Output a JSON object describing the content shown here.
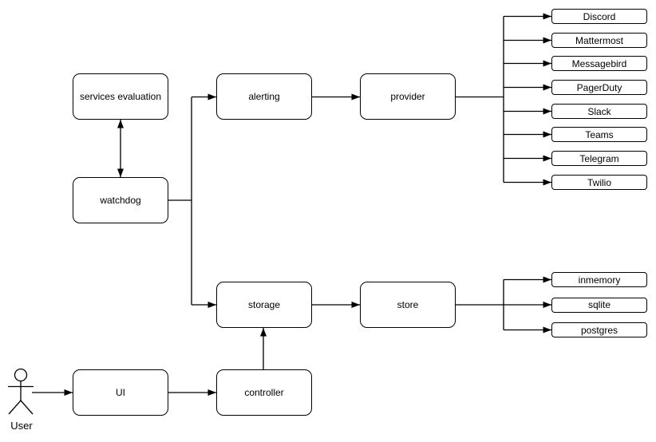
{
  "diagram": {
    "nodes": {
      "services_evaluation": {
        "label": "services evaluation"
      },
      "watchdog": {
        "label": "watchdog"
      },
      "alerting": {
        "label": "alerting"
      },
      "provider": {
        "label": "provider"
      },
      "storage": {
        "label": "storage"
      },
      "store": {
        "label": "store"
      },
      "ui": {
        "label": "UI"
      },
      "controller": {
        "label": "controller"
      }
    },
    "provider_targets": [
      "Discord",
      "Mattermost",
      "Messagebird",
      "PagerDuty",
      "Slack",
      "Teams",
      "Telegram",
      "Twilio"
    ],
    "store_targets": [
      "inmemory",
      "sqlite",
      "postgres"
    ],
    "actor": {
      "label": "User"
    },
    "edges": [
      {
        "from": "watchdog",
        "to": "services evaluation",
        "type": "bidirectional"
      },
      {
        "from": "watchdog",
        "to": "alerting",
        "type": "arrow"
      },
      {
        "from": "watchdog",
        "to": "storage",
        "type": "arrow"
      },
      {
        "from": "alerting",
        "to": "provider",
        "type": "arrow"
      },
      {
        "from": "provider",
        "to": "Discord",
        "type": "arrow"
      },
      {
        "from": "provider",
        "to": "Mattermost",
        "type": "arrow"
      },
      {
        "from": "provider",
        "to": "Messagebird",
        "type": "arrow"
      },
      {
        "from": "provider",
        "to": "PagerDuty",
        "type": "arrow"
      },
      {
        "from": "provider",
        "to": "Slack",
        "type": "arrow"
      },
      {
        "from": "provider",
        "to": "Teams",
        "type": "arrow"
      },
      {
        "from": "provider",
        "to": "Telegram",
        "type": "arrow"
      },
      {
        "from": "provider",
        "to": "Twilio",
        "type": "arrow"
      },
      {
        "from": "storage",
        "to": "store",
        "type": "arrow"
      },
      {
        "from": "store",
        "to": "inmemory",
        "type": "arrow"
      },
      {
        "from": "store",
        "to": "sqlite",
        "type": "arrow"
      },
      {
        "from": "store",
        "to": "postgres",
        "type": "arrow"
      },
      {
        "from": "User",
        "to": "UI",
        "type": "arrow"
      },
      {
        "from": "UI",
        "to": "controller",
        "type": "arrow"
      },
      {
        "from": "controller",
        "to": "storage",
        "type": "arrow"
      }
    ],
    "colors": {
      "stroke": "#000000",
      "node_fill": "#ffffff",
      "text": "#000000",
      "background": "#ffffff"
    }
  }
}
